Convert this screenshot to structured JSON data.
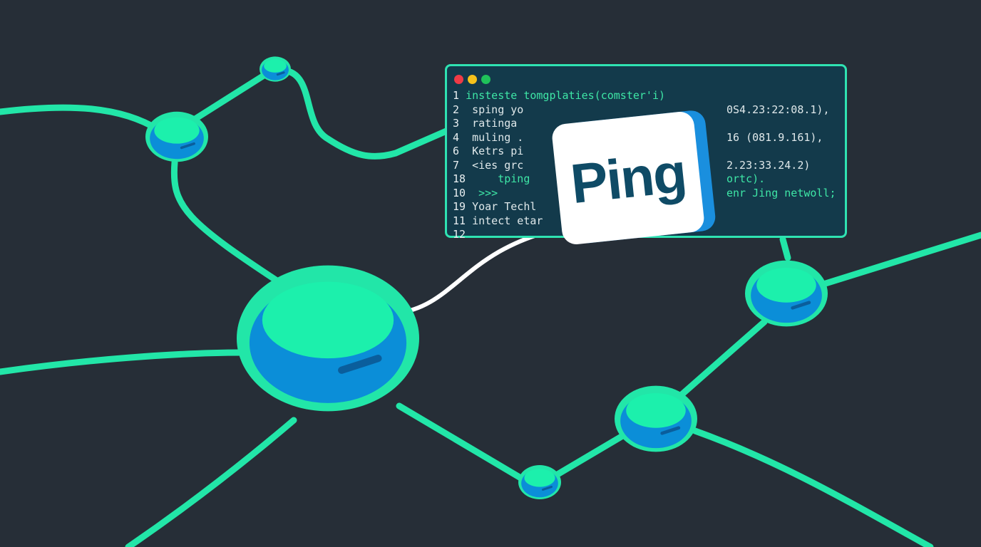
{
  "colors": {
    "background": "#262e37",
    "link": "#22e6a8",
    "node_body": "#0b8ed8",
    "node_top": "#1cf0ac",
    "panel_bg": "#133a4b",
    "panel_border": "#2fe3b2",
    "card_text": "#0f4b66"
  },
  "window_controls": [
    "close",
    "minimize",
    "maximize"
  ],
  "code_lines": [
    {
      "num": "1",
      "left": "insteste tomgplaties(comster'i)",
      "right": "",
      "green": true
    },
    {
      "num": "2",
      "left": " sping yo",
      "right": "0S4.23:22:08.1),",
      "green": false
    },
    {
      "num": "3",
      "left": " ratinga",
      "right": "",
      "green": false
    },
    {
      "num": "4",
      "left": " muling .",
      "right": "16 (081.9.161),",
      "green": false
    },
    {
      "num": "6",
      "left": " Ketrs pi",
      "right": "",
      "green": false
    },
    {
      "num": "7",
      "left": " <ies grc",
      "right": "2.23:33.24.2)",
      "green": false
    },
    {
      "num": "18",
      "left": "    tping",
      "right": "ortc).",
      "green": true
    },
    {
      "num": "10",
      "left": " >>>",
      "right": "enr Jing netwoll;",
      "green": true
    },
    {
      "num": "19",
      "left": "Yoar Techl",
      "right": "",
      "green": false
    },
    {
      "num": "11",
      "left": "intect etar",
      "right": "",
      "green": false
    },
    {
      "num": "12",
      "left": "",
      "right": "",
      "green": false
    }
  ],
  "card": {
    "label": "Ping"
  }
}
